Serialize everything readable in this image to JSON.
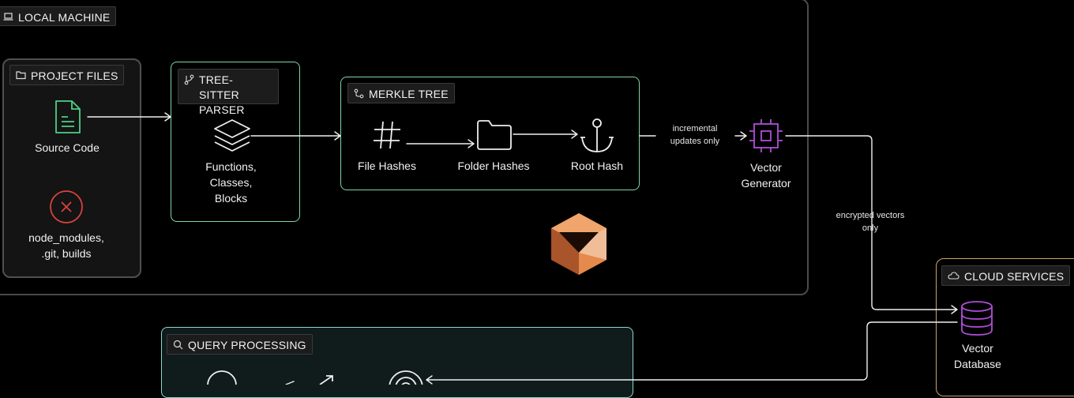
{
  "local": {
    "title": "LOCAL MACHINE",
    "project_files": {
      "title": "PROJECT FILES",
      "source": "Source Code",
      "ignored": "node_modules,\n.git, builds"
    },
    "parser": {
      "title": "TREE-SITTER\nPARSER",
      "output": "Functions,\nClasses,\nBlocks"
    },
    "merkle": {
      "title": "MERKLE TREE",
      "file_hashes": "File Hashes",
      "folder_hashes": "Folder Hashes",
      "root_hash": "Root Hash"
    },
    "incremental": "incremental\nupdates only",
    "vector_generator": "Vector\nGenerator"
  },
  "encrypted": "encrypted vectors\nonly",
  "cloud": {
    "title": "CLOUD SERVICES",
    "vector_db": "Vector\nDatabase"
  },
  "query": {
    "title": "QUERY PROCESSING"
  },
  "colors": {
    "green_border": "#7fd6a6",
    "teal_border": "#8ad8cc",
    "gold_border": "#c8a46a",
    "purple_icon": "#b04ed8",
    "red_icon": "#d9423e",
    "source_icon": "#4fcf86"
  },
  "icons": {
    "local": "laptop-icon",
    "project": "folder-icon",
    "parser": "git-branch-icon",
    "merkle": "git-commit-icon",
    "cloud": "cloud-icon",
    "query": "search-icon"
  }
}
